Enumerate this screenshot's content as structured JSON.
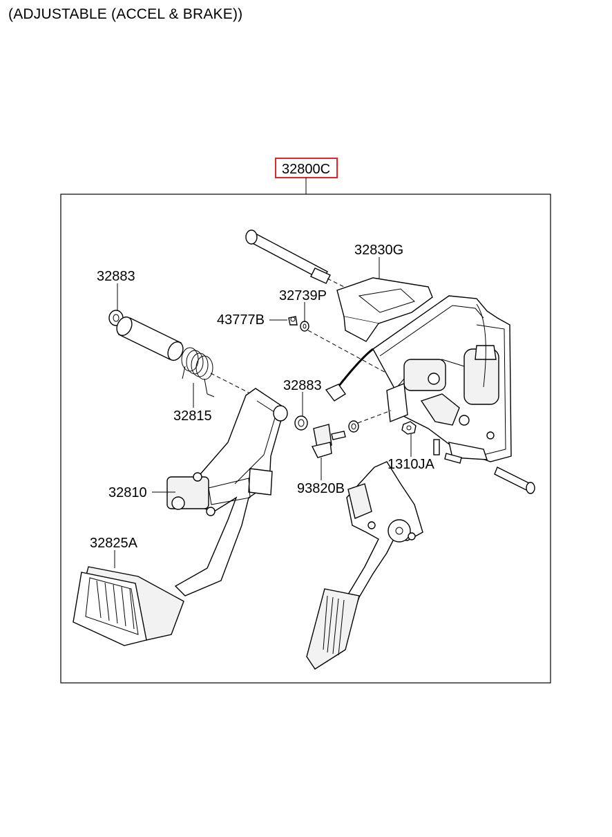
{
  "title": "(ADJUSTABLE (ACCEL & BRAKE))",
  "assembly": {
    "part_no": "32800C",
    "highlight_color": "#e0262a"
  },
  "labels": {
    "p32830G": "32830G",
    "p32883a": "32883",
    "p32739P": "32739P",
    "p43777B": "43777B",
    "p32883b": "32883",
    "p32815": "32815",
    "p93820B": "93820B",
    "p1310JA": "1310JA",
    "p32810": "32810",
    "p32825A": "32825A"
  }
}
